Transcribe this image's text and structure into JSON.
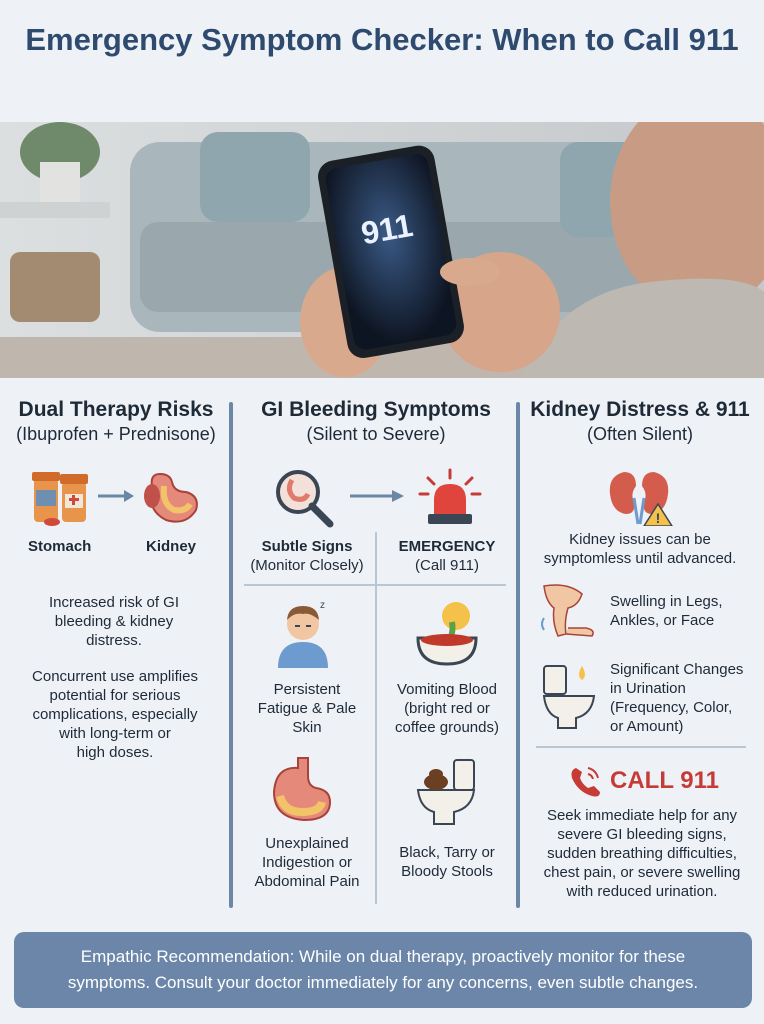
{
  "title": "Emergency Symptom Checker: When to Call 911",
  "hero": {
    "phone_text": "911"
  },
  "col1": {
    "title": "Dual Therapy Risks",
    "subtitle": "(Ibuprofen + Prednisone)",
    "stomach_label": "Stomach",
    "kidney_label": "Kidney",
    "para1": [
      "Increased risk of GI",
      "bleeding & kidney",
      "distress."
    ],
    "para2": [
      "Concurrent use amplifies",
      "potential for serious",
      "complications, especially",
      "with long-term or",
      "high doses."
    ]
  },
  "col2": {
    "title": "GI Bleeding Symptoms",
    "subtitle": "(Silent to Severe)",
    "subtle_title": "Subtle Signs",
    "subtle_sub": "(Monitor Closely)",
    "emergency_title": "EMERGENCY",
    "emergency_sub": "(Call 911)",
    "fatigue": [
      "Persistent",
      "Fatigue & Pale",
      "Skin"
    ],
    "vomit": [
      "Vomiting Blood",
      "(bright red or",
      "coffee grounds)"
    ],
    "indigestion": [
      "Unexplained",
      "Indigestion or",
      "Abdominal Pain"
    ],
    "stools": [
      "Black, Tarry or",
      "Bloody Stools"
    ]
  },
  "col3": {
    "title": "Kidney Distress & 911",
    "subtitle": "(Often Silent)",
    "intro": [
      "Kidney issues can be",
      "symptomless until advanced."
    ],
    "swelling": [
      "Swelling in Legs,",
      "Ankles, or Face"
    ],
    "urination": [
      "Significant Changes",
      "in Urination",
      "(Frequency, Color,",
      "or Amount)"
    ],
    "call_label": "CALL 911",
    "call_text": [
      "Seek immediate help for any",
      "severe GI bleeding signs,",
      "sudden breathing difficulties,",
      "chest pain, or severe swelling",
      "with reduced urination."
    ]
  },
  "footer": {
    "line1": "Empathic Recommendation: While on dual therapy, proactively monitor for these",
    "line2": "symptoms. Consult your doctor immediately for any concerns, even subtle changes."
  },
  "colors": {
    "title": "#2e4a6e",
    "divider": "#6c87a6",
    "footer_bg": "#6b86a8",
    "alert": "#c73b36"
  }
}
